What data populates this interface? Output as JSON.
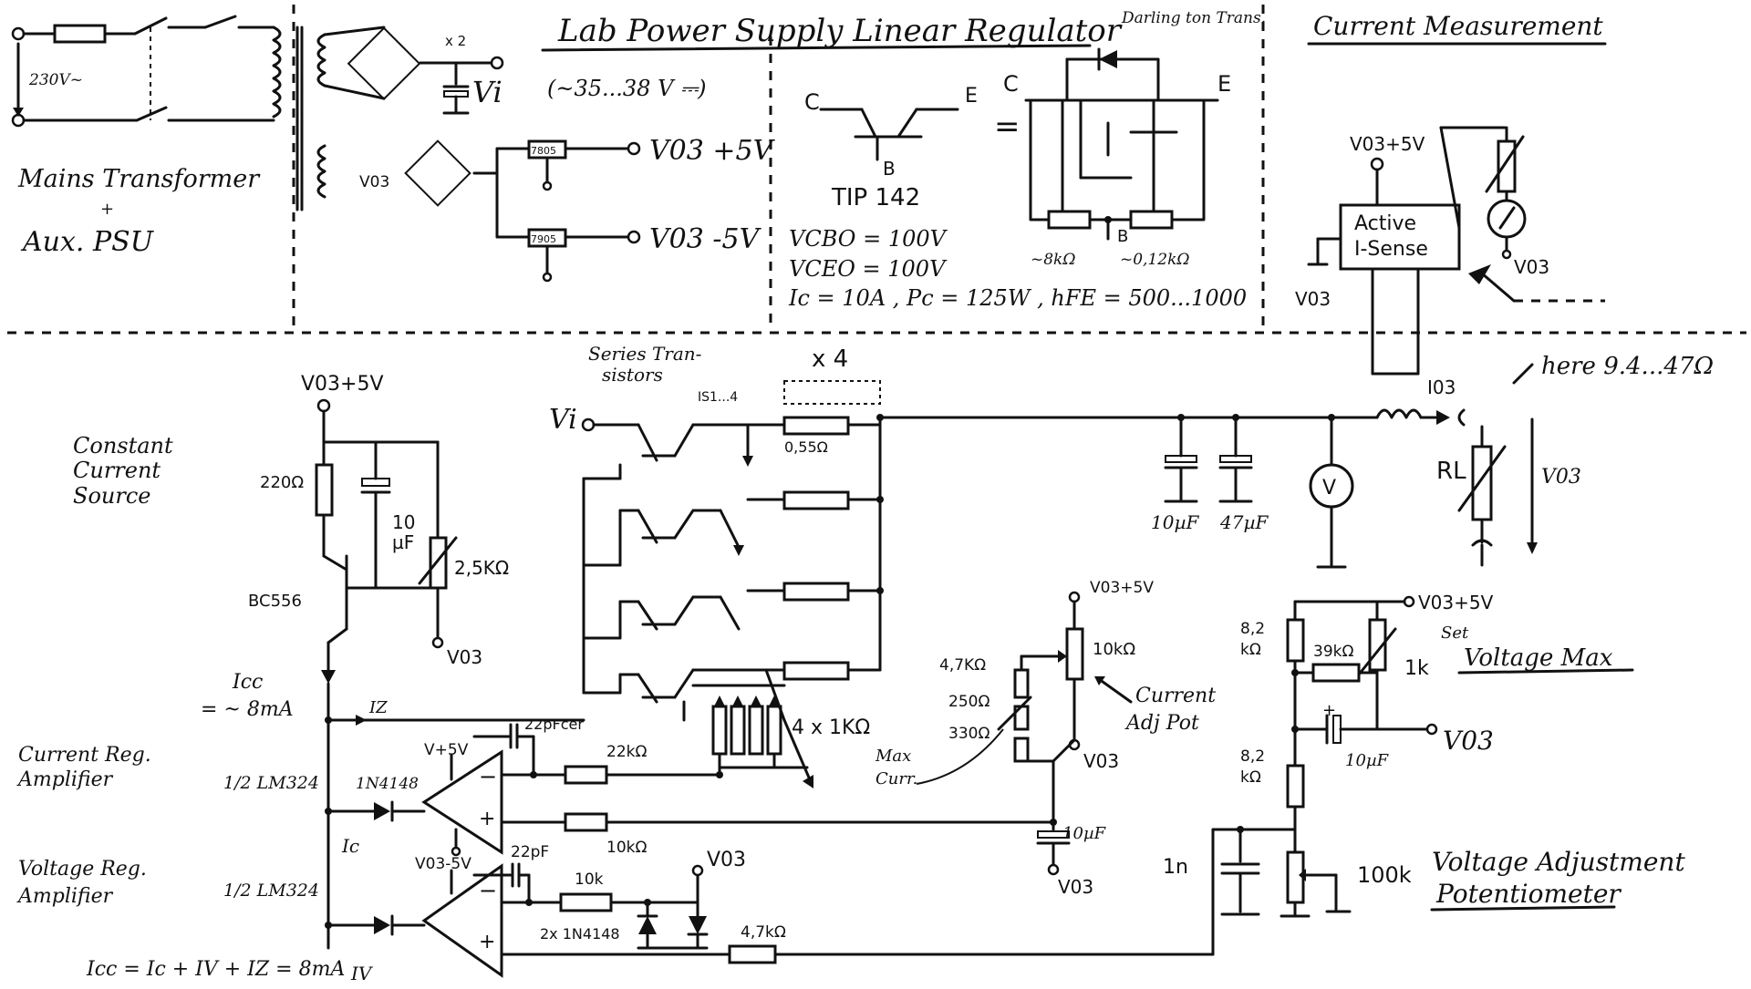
{
  "title": "Lab Power Supply Linear Regulator",
  "title_note": "(~35...38 V ⎓)",
  "sections": {
    "mains": "Mains Transformer",
    "mains_plus": "+",
    "aux": "Aux. PSU",
    "darlington": "Darling ton Trans.",
    "current_measurement": "Current Measurement",
    "constant_current": [
      "Constant",
      "Current",
      "Source"
    ],
    "current_amp": [
      "Current Reg.",
      "Amplifier"
    ],
    "voltage_amp": [
      "Voltage Reg.",
      "Amplifier"
    ],
    "series_transistors": [
      "Series Tran-",
      "sistors"
    ],
    "set_voltage_max": [
      "Set",
      "Voltage Max"
    ],
    "voltage_adjustment": [
      "Voltage Adjustment",
      "Potentiometer"
    ],
    "current_adj_pot": [
      "Current",
      "Adj Pot"
    ],
    "max_curr": [
      "Max",
      "Curr."
    ]
  },
  "mains_block": {
    "input": "230V~",
    "x2": "x 2",
    "vi": "Vi",
    "vo3": "V03",
    "reg_pos": "7805",
    "reg_neg": "7905",
    "out_pos": "V03 +5V",
    "out_neg": "V03 -5V"
  },
  "transistor": {
    "c": "C",
    "e": "E",
    "b": "B",
    "part": "TIP 142",
    "vcbo": "VCBO = 100V",
    "vceo": "VCEO = 100V",
    "ratings": "Ic = 10A , Pc = 125W , hFE = 500...1000",
    "eq": "=",
    "r1": "~8kΩ",
    "r2": "~0,12kΩ"
  },
  "sense": {
    "supply": "V03+5V",
    "box": [
      "Active",
      "I-Sense"
    ],
    "gnd": "V03",
    "meter_gnd": "V03"
  },
  "main": {
    "vi": "Vi",
    "x4": "x 4",
    "is": "IS1...4",
    "r_emitter": "0,55Ω",
    "c1": "10µF",
    "c2": "47µF",
    "meter": "V",
    "io3": "I03",
    "rl": "RL",
    "rl_note": "here 9.4...47Ω",
    "vo3_arrow": "V03",
    "ccs_supply": "V03+5V",
    "r220": "220Ω",
    "c10": [
      "10",
      "µF"
    ],
    "pot25": "2,5KΩ",
    "bc556": "BC556",
    "ccs_vo3": "V03",
    "icc": [
      "Icc",
      "= ~ 8mA"
    ],
    "iv_label": "IV",
    "ic_label": "Ic",
    "lm324_a": "1/2 LM324",
    "lm324_b": "1/2 LM324",
    "diode": "1N4148",
    "opa_supply": "V+5V",
    "opb_supply": "V03-5V",
    "cap22a": "22pFcer",
    "cap22b": "22pF",
    "r22k": "22kΩ",
    "r10k_a": "10kΩ",
    "r10k_b": "10k",
    "diodes2": "2x 1N4148",
    "vo3_top": "V03",
    "r47k": "4,7kΩ",
    "r4x1k": "4 x 1KΩ",
    "cadj_supply": "V03+5V",
    "r47ka": "4,7KΩ",
    "r250": "250Ω",
    "r330": "330Ω",
    "pot10k": "10kΩ",
    "cadj_vo3": "V03",
    "c10uf": "10µF",
    "c10uf_gnd": "V03",
    "vadj_supply": "V03+5V",
    "r82a": [
      "8,2",
      "kΩ"
    ],
    "r39k": "39kΩ",
    "pot1k": "1k",
    "c10uf2": "10µF",
    "vadj_vo3": "V03",
    "r82b": [
      "8,2",
      "kΩ"
    ],
    "c1n": "1n",
    "pot100k": "100k",
    "equation": "Icc = Ic + IV + IZ = 8mA"
  }
}
